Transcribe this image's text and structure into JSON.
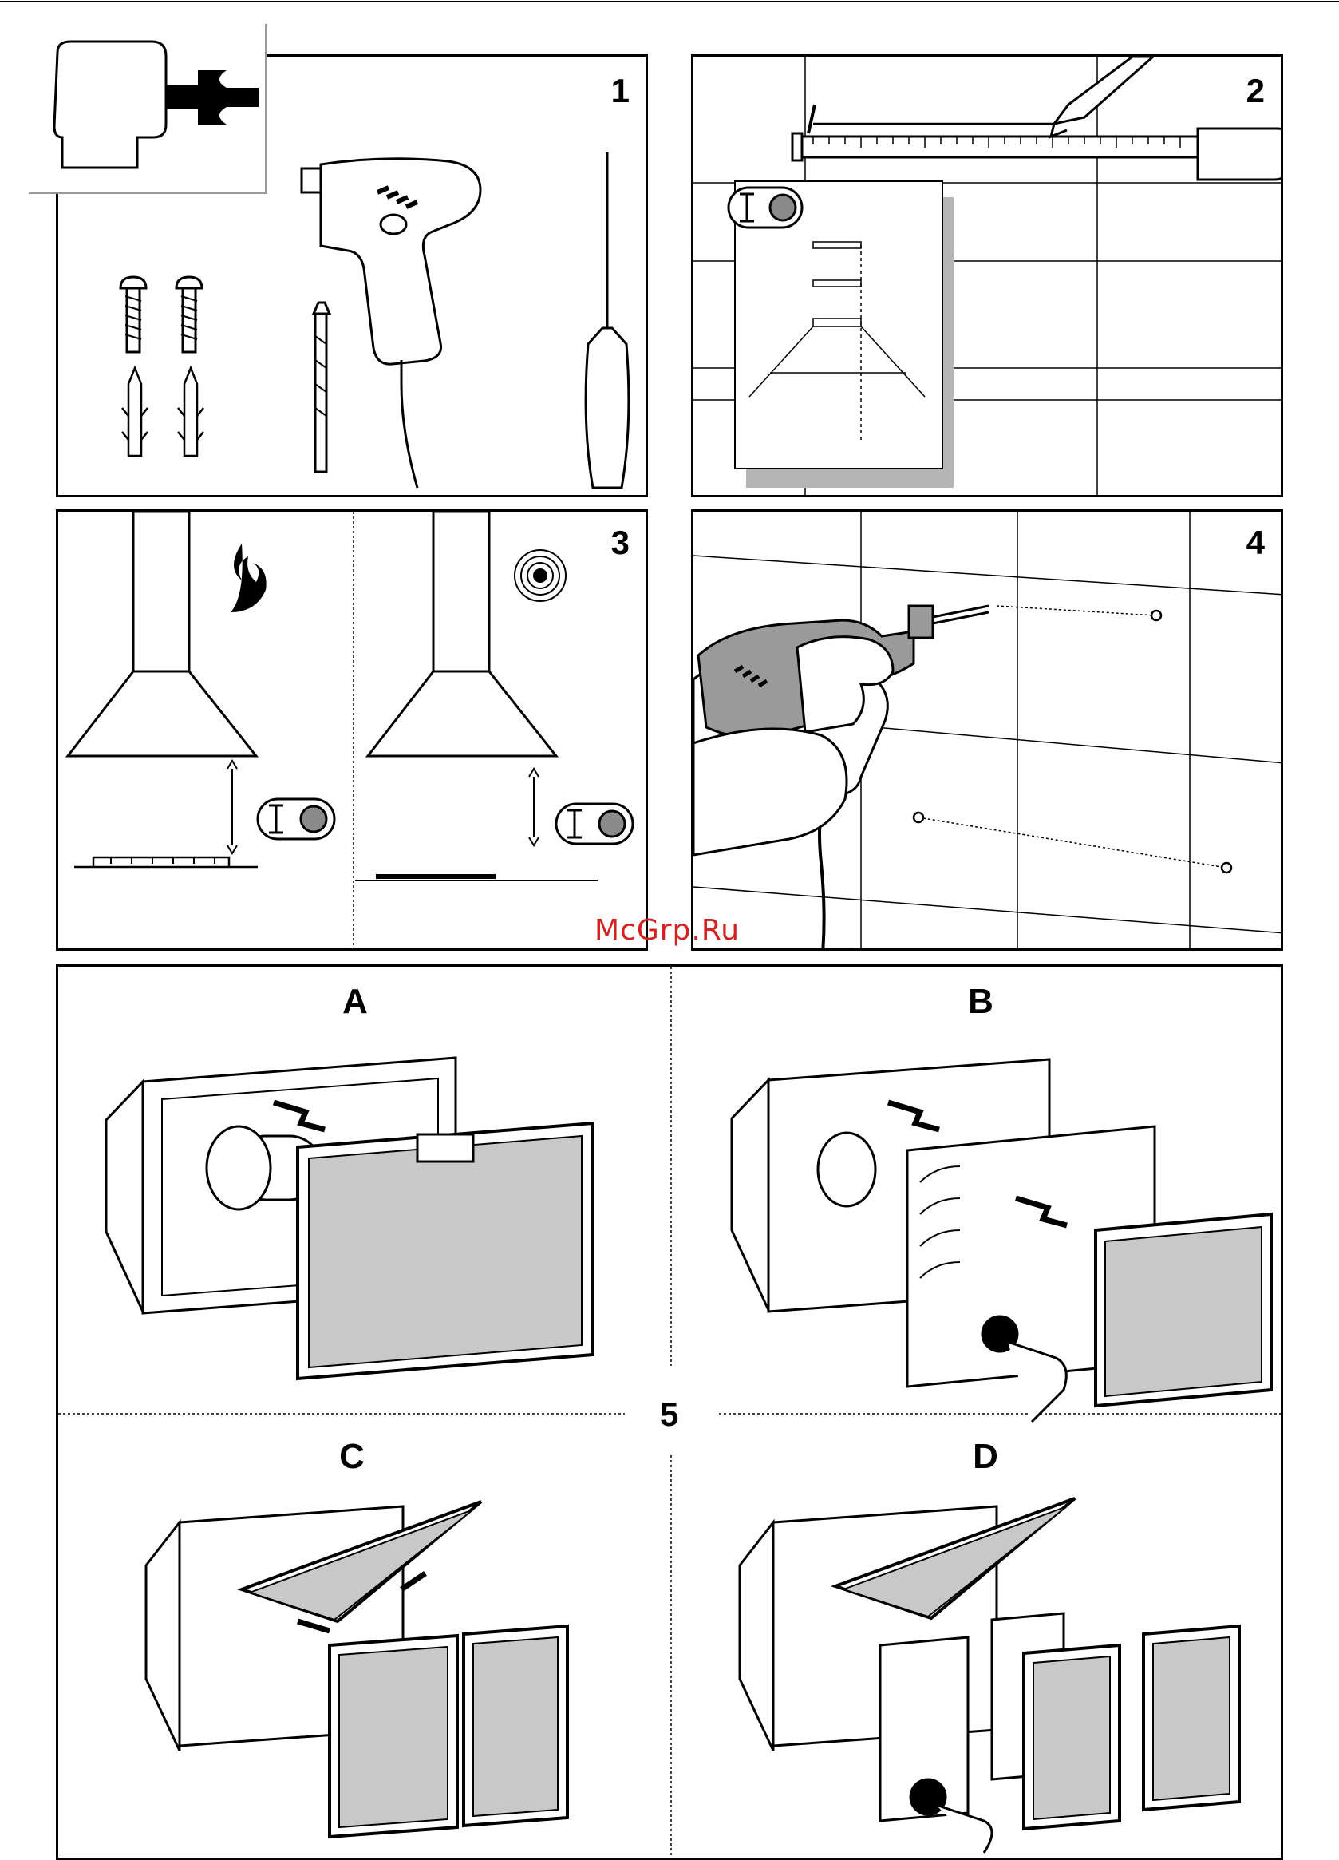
{
  "header": {
    "tool_icon": "wrench-icon"
  },
  "steps": {
    "s1": {
      "num": "1",
      "items": [
        "screws-icon",
        "wall-plugs-icon",
        "drill-bit-icon",
        "drill-icon",
        "screwdriver-icon"
      ]
    },
    "s2": {
      "num": "2",
      "items": [
        "pencil-icon",
        "tape-measure-icon",
        "template-icon",
        "instruction-icon"
      ]
    },
    "s3": {
      "num": "3",
      "items": [
        "gas-flame-icon",
        "electric-hob-icon",
        "instruction-icon"
      ]
    },
    "s4": {
      "num": "4",
      "items": [
        "drilling-hands-icon"
      ]
    },
    "s5": {
      "num": "5",
      "subs": [
        "A",
        "B",
        "C",
        "D"
      ]
    }
  },
  "watermark": "McGrp.Ru",
  "colors": {
    "ink": "#000000",
    "paper": "#ffffff",
    "shadow": "#b5b5b5",
    "watermark": "#d42020"
  }
}
